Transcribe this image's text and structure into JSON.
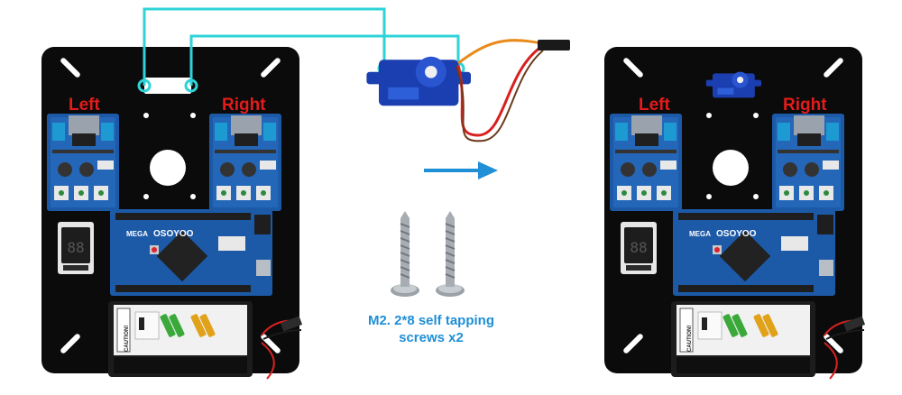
{
  "left_board": {
    "label_left": "Left",
    "label_right": "Right",
    "module_text": "OSOYOO",
    "mega_text": "MEGA",
    "caution_text": "CAUTION!"
  },
  "right_board": {
    "label_left": "Left",
    "label_right": "Right",
    "module_text": "OSOYOO",
    "mega_text": "MEGA",
    "caution_text": "CAUTION!"
  },
  "screws": {
    "caption_line1": "M2. 2*8 self tapping",
    "caption_line2": "screws x2"
  },
  "colors": {
    "board": "#0b0b0b",
    "label_red": "#e41b1b",
    "arrow_blue": "#1f8fd6",
    "guide_cyan": "#2ed3d8",
    "caption_blue": "#1f8fd6",
    "pcb_blue": "#1c5aa8",
    "servo_blue": "#1b3fb0"
  },
  "icons": {
    "arrow": "right-arrow-icon",
    "servo": "micro-servo-icon",
    "screw": "screw-icon"
  }
}
